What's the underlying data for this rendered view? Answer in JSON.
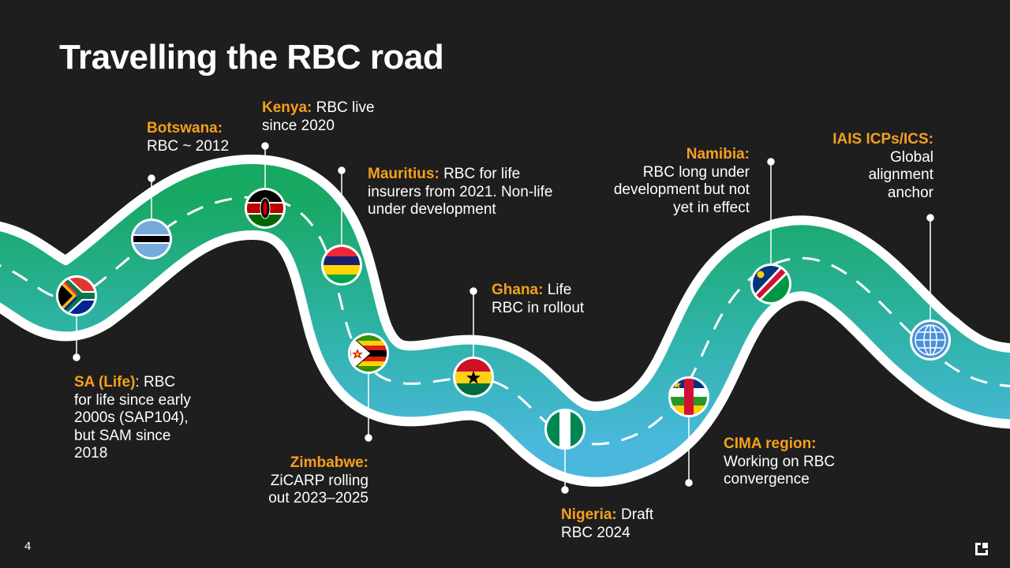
{
  "slide": {
    "title": "Travelling the RBC road",
    "page_number": "4"
  },
  "milestones": [
    {
      "id": "south-africa",
      "country": "SA (Life)",
      "separator": ":",
      "text": "RBC for life since early 2000s (SAP104), but SAM since 2018"
    },
    {
      "id": "botswana",
      "country": "Botswana:",
      "text": "RBC ~ 2012"
    },
    {
      "id": "kenya",
      "country": "Kenya:",
      "text": "RBC live since 2020"
    },
    {
      "id": "mauritius",
      "country": "Mauritius:",
      "text": "RBC for life insurers from 2021. Non-life under development"
    },
    {
      "id": "zimbabwe",
      "country": "Zimbabwe:",
      "text": "ZiCARP rolling out 2023–2025"
    },
    {
      "id": "ghana",
      "country": "Ghana:",
      "text": "Life RBC in rollout"
    },
    {
      "id": "nigeria",
      "country": "Nigeria:",
      "text": "Draft RBC 2024"
    },
    {
      "id": "cima",
      "country": "CIMA region:",
      "text": "Working on RBC convergence"
    },
    {
      "id": "namibia",
      "country": "Namibia:",
      "text": "RBC long under development but not yet in effect"
    },
    {
      "id": "iais",
      "country": "IAIS ICPs/ICS:",
      "text": "Global alignment anchor"
    }
  ],
  "colors": {
    "background": "#1e1e1e",
    "accent": "#f5a01c",
    "road_start": "#17a862",
    "road_end": "#4ab8dc"
  },
  "icons": [
    "flag-south-africa",
    "flag-botswana",
    "flag-kenya",
    "flag-mauritius",
    "flag-zimbabwe",
    "flag-ghana",
    "flag-nigeria",
    "flag-central-african-republic",
    "flag-namibia",
    "globe-icon",
    "brand-logo"
  ]
}
